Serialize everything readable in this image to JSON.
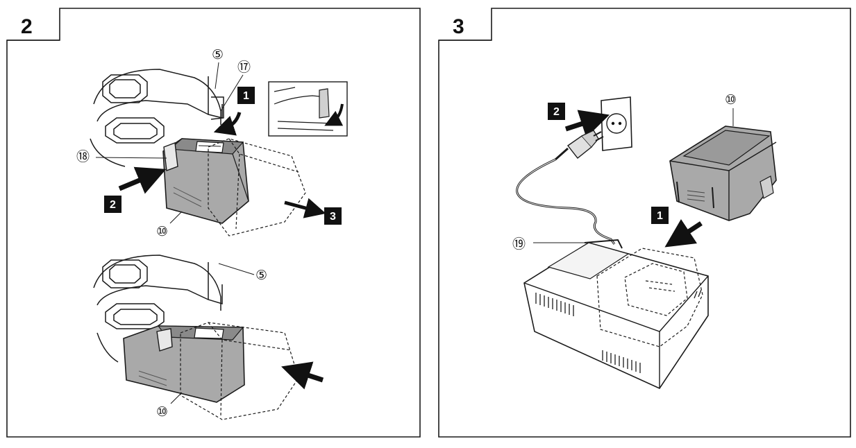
{
  "panels": [
    {
      "number": "2",
      "callouts": {
        "c5_top": "⑤",
        "c17": "⑰",
        "c18": "⑱",
        "c10_top": "⑩",
        "c5_bottom": "⑤",
        "c10_bottom": "⑩"
      },
      "steps": {
        "s1": "1",
        "s2": "2",
        "s3": "3"
      }
    },
    {
      "number": "3",
      "callouts": {
        "c10": "⑩",
        "c19": "⑲"
      },
      "steps": {
        "s1": "1",
        "s2": "2"
      }
    }
  ],
  "colors": {
    "ink": "#1a1a1a",
    "battery_fill": "#a9a9a9",
    "battery_dark": "#6e6e6e",
    "step_box": "#111111"
  }
}
